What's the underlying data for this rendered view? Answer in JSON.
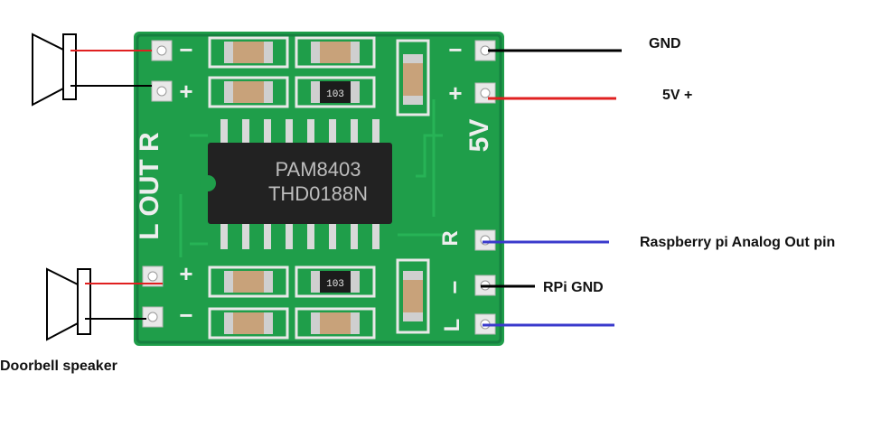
{
  "diagram": {
    "chip": {
      "line1": "PAM8403",
      "line2": "THD0188N"
    },
    "board_silkscreen": {
      "out_left": "L OUT R",
      "supply": "5V",
      "in_r": "R",
      "in_l": "L",
      "minus": "−",
      "plus": "+"
    },
    "resistor_code": "103",
    "labels": {
      "gnd": "GND",
      "five_v": "5V +",
      "rpi_analog_out": "Raspberry pi Analog Out pin",
      "rpi_gnd": "RPi GND",
      "doorbell_speaker": "Doorbell speaker"
    },
    "colors": {
      "board": "#1f9e4a",
      "board_dark": "#168040",
      "wire_red": "#e02020",
      "wire_black": "#000000",
      "wire_blue": "#3a3acc",
      "chip": "#222222"
    }
  }
}
